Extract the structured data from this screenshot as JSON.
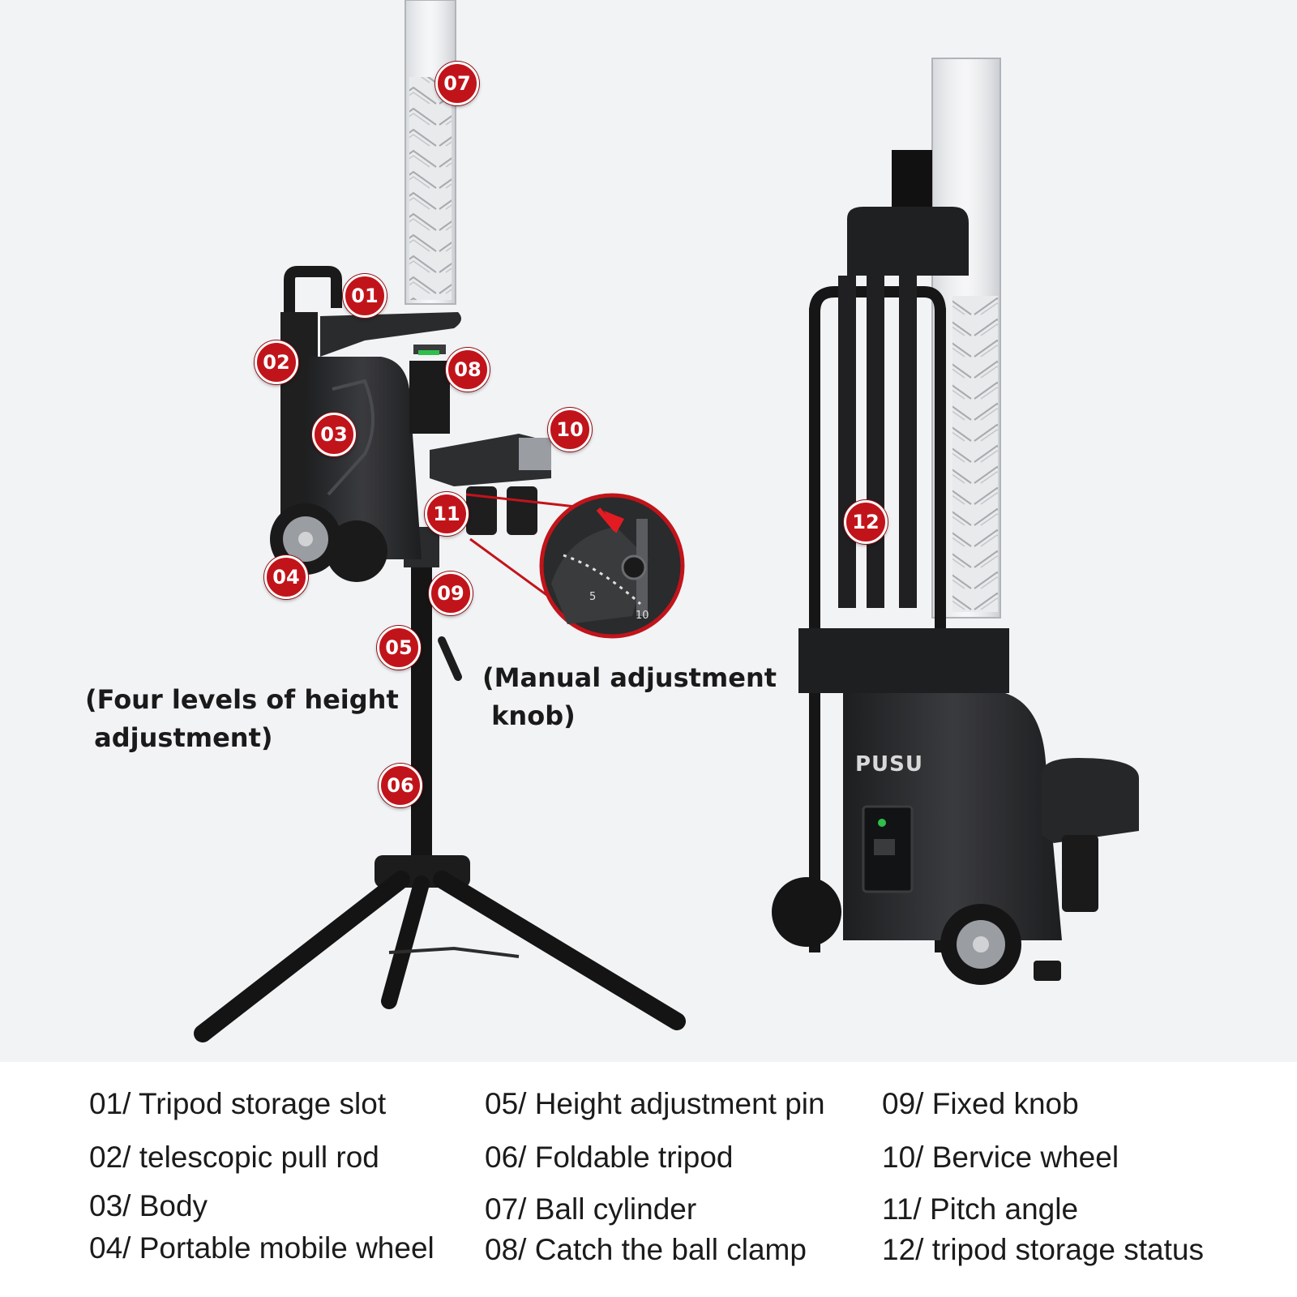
{
  "markers": [
    "07",
    "01",
    "02",
    "08",
    "03",
    "10",
    "11",
    "04",
    "09",
    "05",
    "06",
    "12"
  ],
  "callouts": {
    "height_note": "(Four levels of height\n adjustment)",
    "knob_note": "(Manual adjustment\n knob)"
  },
  "brand": "PUSU",
  "knob_scale": [
    "5",
    "10"
  ],
  "legend": [
    "01/ Tripod storage slot",
    "02/ telescopic pull rod",
    "03/ Body",
    "04/ Portable mobile wheel",
    "05/ Height adjustment pin",
    "06/ Foldable tripod",
    "07/ Ball cylinder",
    "08/ Catch the ball clamp",
    "09/ Fixed knob",
    "10/ Bervice wheel",
    "11/ Pitch angle",
    "12/ tripod storage status"
  ],
  "colors": {
    "marker": "#c1141a",
    "machine": "#2a2b2d",
    "background": "#f2f3f5"
  }
}
